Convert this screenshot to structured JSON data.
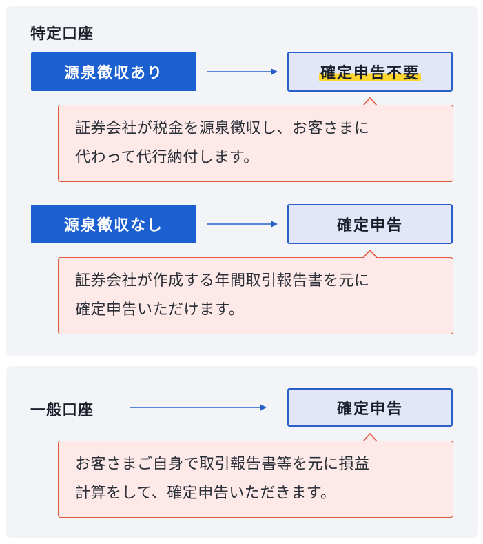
{
  "tokutei": {
    "heading": "特定口座",
    "case1": {
      "label": "源泉徴収あり",
      "result": "確定申告不要",
      "note_line1": "証券会社が税金を源泉徴収し、お客さまに",
      "note_line2": "代わって代行納付します。"
    },
    "case2": {
      "label": "源泉徴収なし",
      "result": "確定申告",
      "note_line1": "証券会社が作成する年間取引報告書を元に",
      "note_line2": "確定申告いただけます。"
    }
  },
  "ippan": {
    "heading": "一般口座",
    "result": "確定申告",
    "note_line1": "お客さまご自身で取引報告書等を元に損益",
    "note_line2": "計算をして、確定申告いただきます。"
  },
  "colors": {
    "pill": "#1c5fd0",
    "result_border": "#2a5fc8",
    "result_fill": "#e1e6f8",
    "note_border": "#e0573b",
    "note_fill": "#fce9e8",
    "highlight": "#ffd62e",
    "arrow": "#2a5fc8"
  }
}
